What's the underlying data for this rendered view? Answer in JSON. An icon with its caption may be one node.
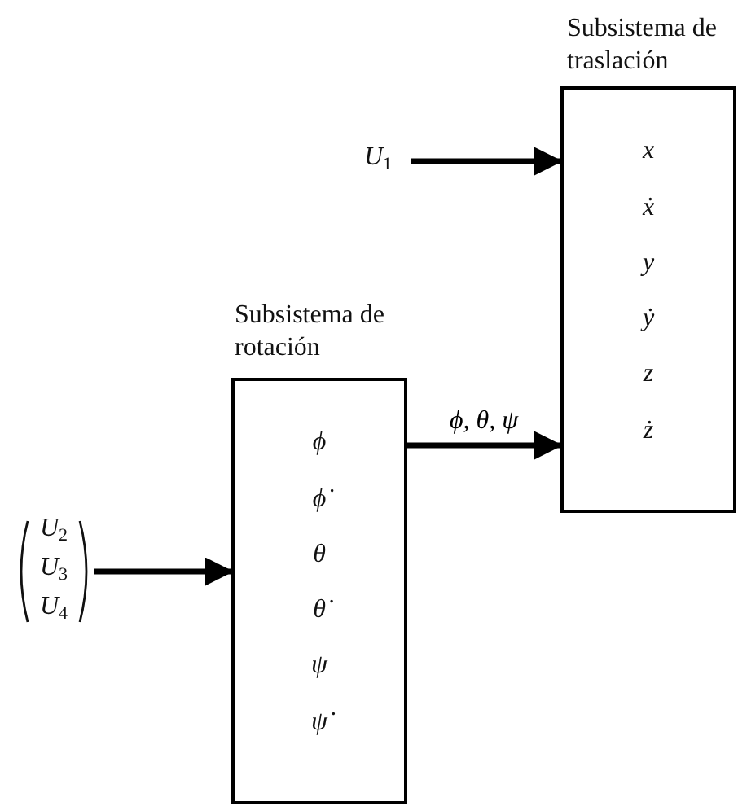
{
  "diagram": {
    "nodes": [
      {
        "text": [
          "U$_{1}$"
        ]
      },
      {
        "text": [
          "Subsistema de traslación",
          "x",
          "ẋ",
          "y",
          "ẏ",
          "z",
          "ż"
        ]
      },
      {
        "text": [
          "U$_{2}$",
          "U$_{3}$",
          "U$_{4}$"
        ]
      },
      {
        "text": [
          "Subsistema de rotación",
          "ϕ",
          "ϕ̇",
          "θ",
          "θ̇",
          "ψ",
          "ψ̇"
        ]
      }
    ],
    "edges": [
      {
        "from": 0,
        "to": 1,
        "arrow": "to"
      },
      {
        "from": 2,
        "to": 3,
        "arrow": "to"
      },
      {
        "from": 3,
        "to": 1,
        "arrow": "to",
        "label": "ϕ, θ, ψ"
      }
    ]
  }
}
